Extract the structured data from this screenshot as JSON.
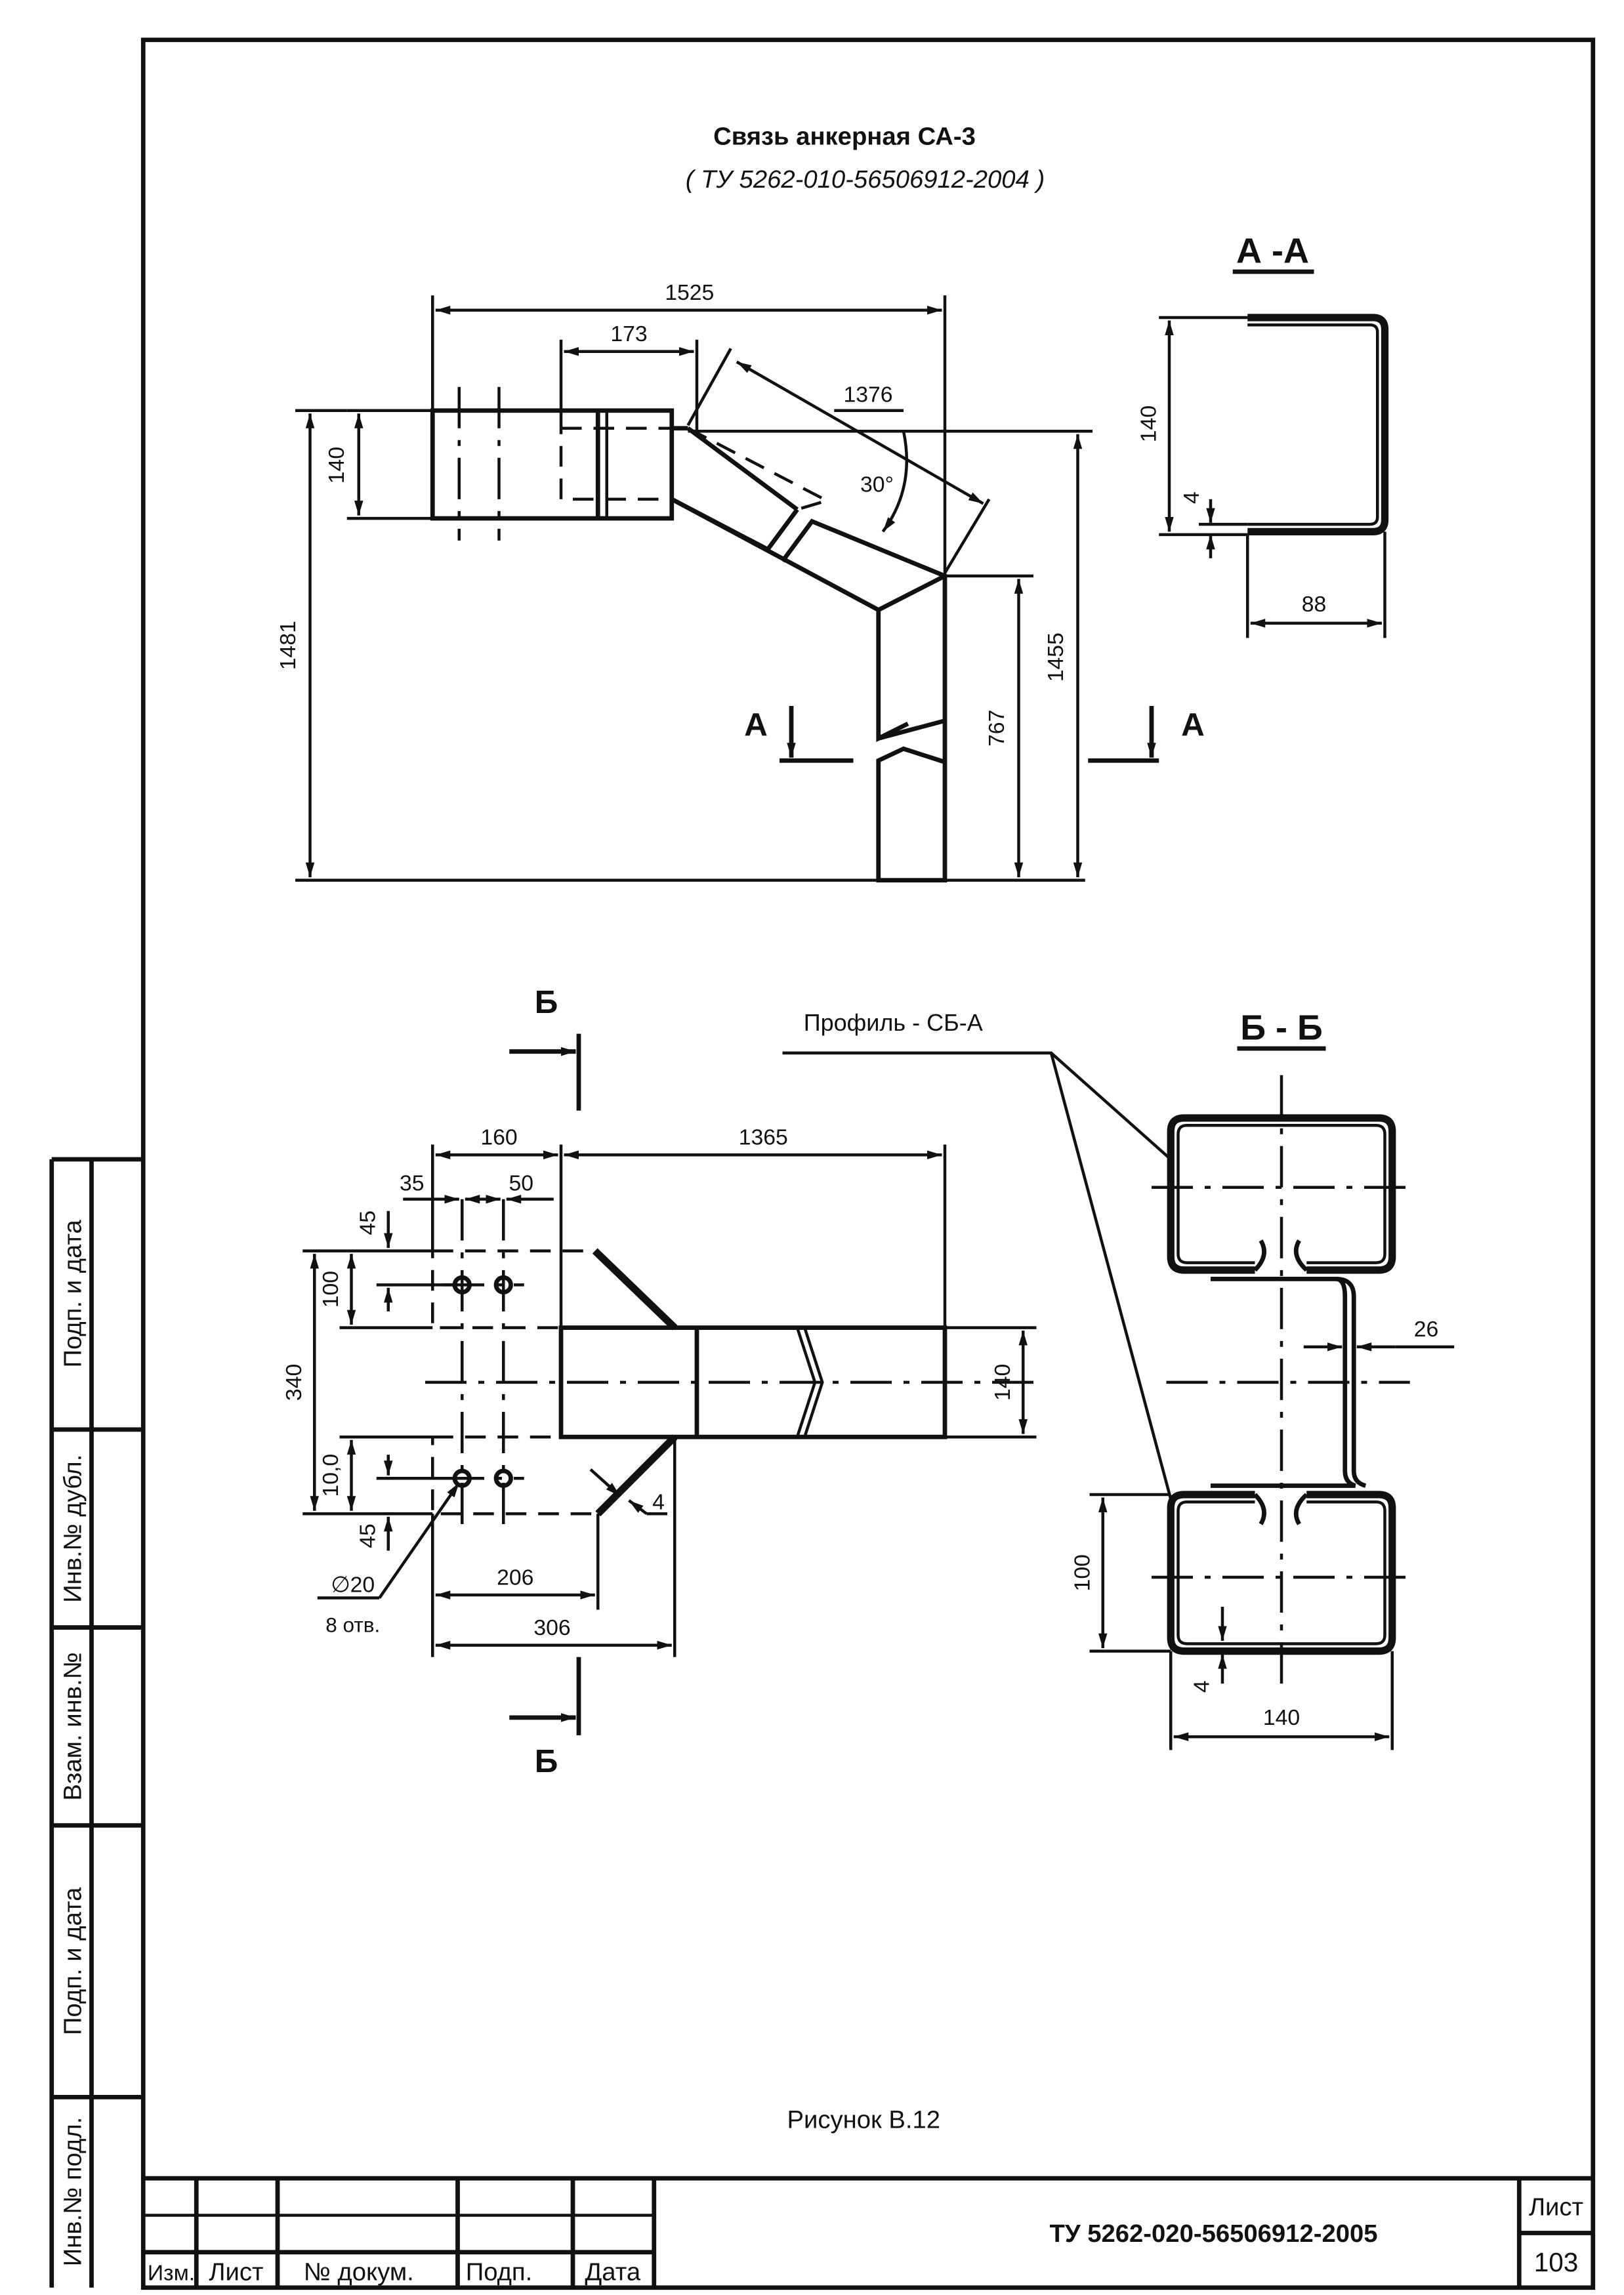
{
  "title": {
    "name": "Связь анкерная  СА-3",
    "spec": "( ТУ 5262-010-56506912-2004 )"
  },
  "view_top": {
    "section_mark": "А",
    "section_label": "А -А",
    "dims": {
      "overall_width": "1525",
      "offset": "173",
      "diagonal": "1376",
      "angle": "30°",
      "height_140": "140",
      "height_1481": "1481",
      "height_1455": "1455",
      "height_767": "767"
    }
  },
  "section_aa": {
    "dims": {
      "height": "140",
      "wall": "4",
      "width": "88"
    }
  },
  "view_bottom": {
    "section_mark": "Б",
    "dims": {
      "d160": "160",
      "d1365": "1365",
      "d35": "35",
      "d50": "50",
      "d45_top": "45",
      "d100": "100",
      "d340": "340",
      "d140": "140",
      "d10": "10,0",
      "d45_bottom": "45",
      "d4": "4",
      "d206": "206",
      "d306": "306"
    },
    "hole_diameter": "∅20",
    "hole_count": "8 отв."
  },
  "section_bb": {
    "section_label": "Б - Б",
    "profile_label": "Профиль - СБ-А",
    "dims": {
      "web": "26",
      "height": "100",
      "wall": "4",
      "width": "140"
    }
  },
  "figure_caption": "Рисунок В.12",
  "side_stamp": {
    "fields": [
      "Инв.№ подл.",
      "Подп. и дата",
      "Взам. инв.№",
      "Инв.№ дубл.",
      "Подп. и дата"
    ]
  },
  "title_block": {
    "document_code": "ТУ 5262-020-56506912-2005",
    "sheet_label": "Лист",
    "sheet_number": "103",
    "columns": [
      "Изм.",
      "Лист",
      "№ докум.",
      "Подп.",
      "Дата"
    ]
  }
}
